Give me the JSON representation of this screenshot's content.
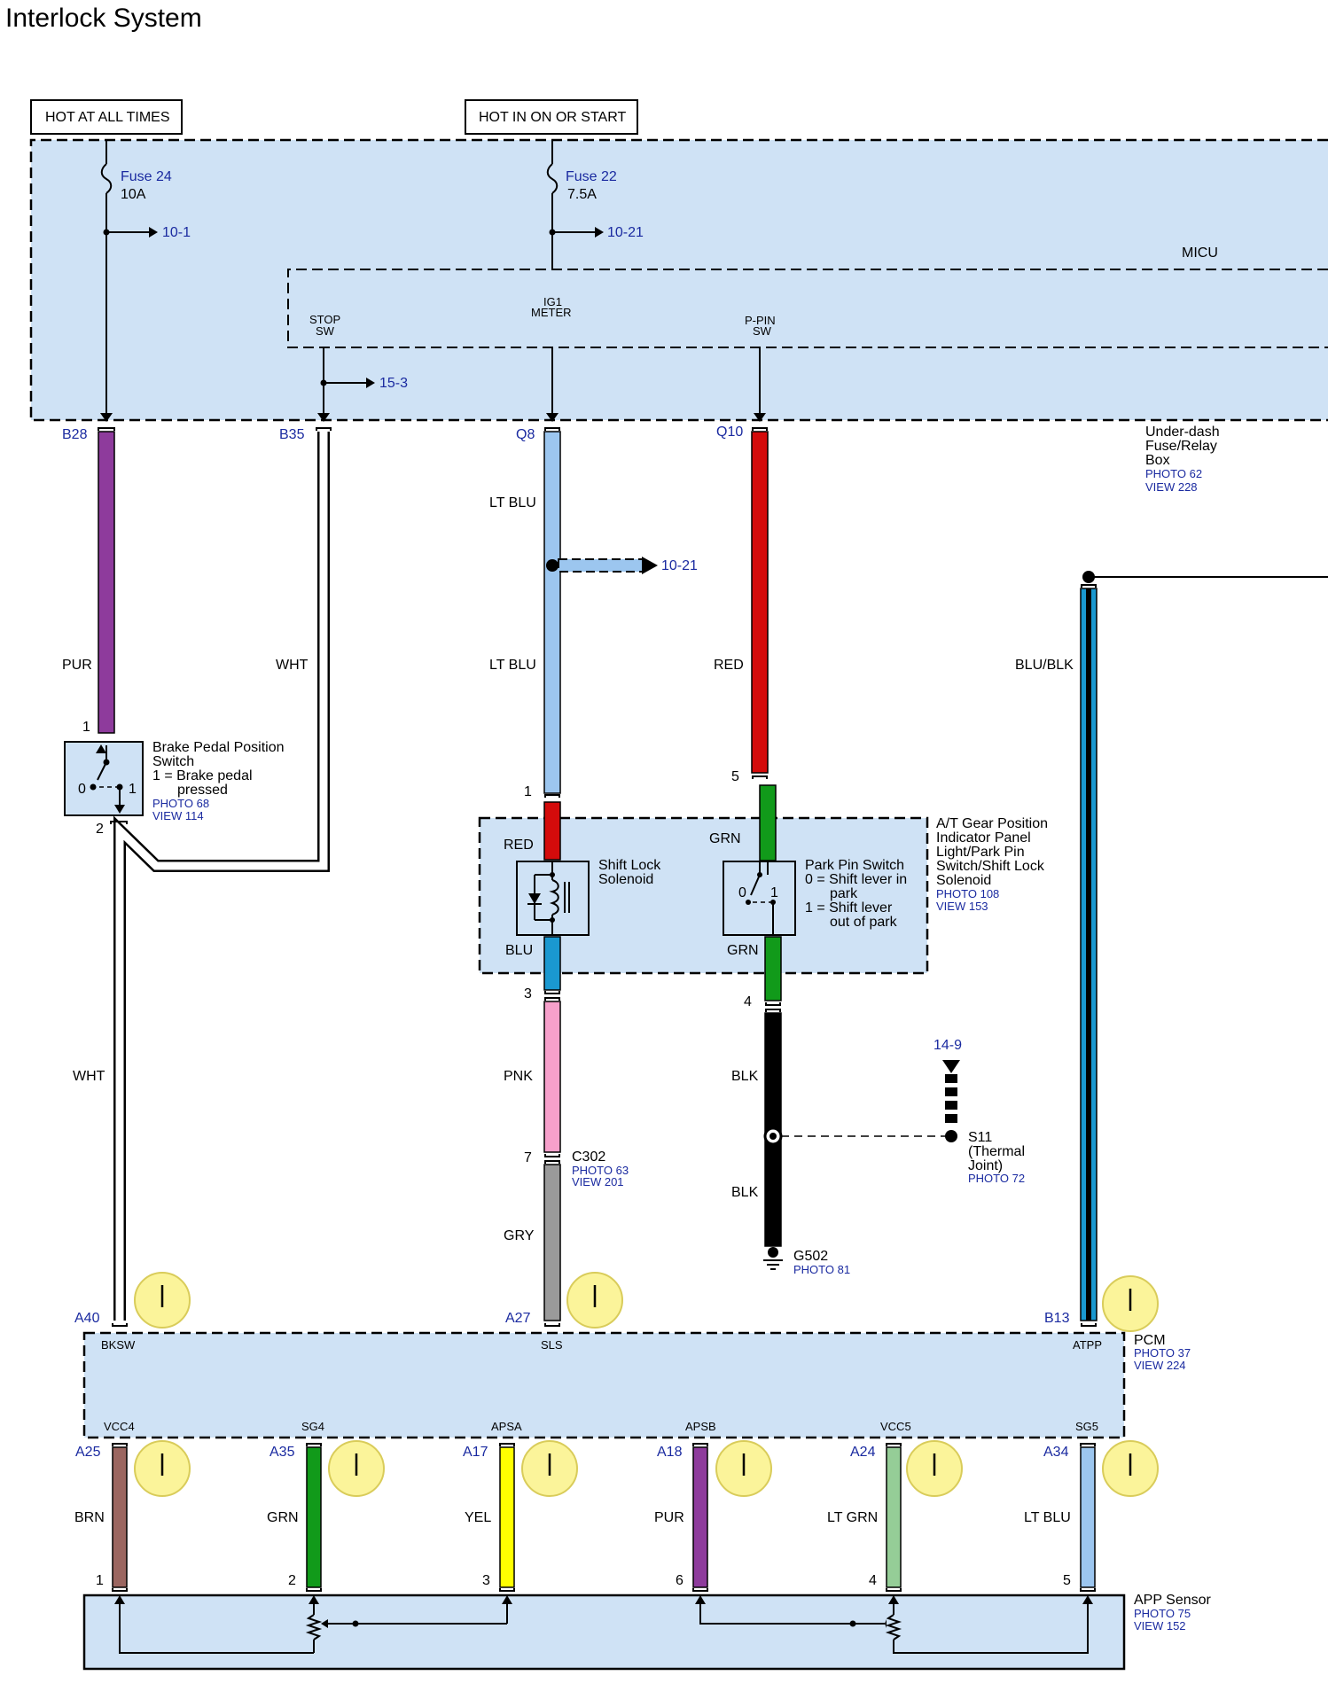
{
  "title": "Interlock System",
  "labels": {
    "hot_always": "HOT AT ALL TIMES",
    "hot_on": "HOT IN ON OR START",
    "fuse24_name": "Fuse 24",
    "fuse24_amp": "10A",
    "fuse22_name": "Fuse 22",
    "fuse22_amp": "7.5A",
    "ref_10_1": "10-1",
    "ref_10_21a": "10-21",
    "ref_15_3": "15-3",
    "ref_10_21b": "10-21",
    "ref_14_9": "14-9",
    "micu": "MICU",
    "stop_sw_1": "STOP",
    "stop_sw_2": "SW",
    "ig1_1": "IG1",
    "ig1_2": "METER",
    "ppin_1": "P-PIN",
    "ppin_2": "SW",
    "underdash_1": "Under-dash",
    "underdash_2": "Fuse/Relay",
    "underdash_3": "Box",
    "underdash_photo": "PHOTO 62",
    "underdash_view": "VIEW 228",
    "pin_b28": "B28",
    "pin_b35": "B35",
    "pin_q8": "Q8",
    "pin_q10": "Q10",
    "brake_1": "Brake Pedal Position",
    "brake_2": "Switch",
    "brake_3": "1 = Brake pedal",
    "brake_4": "pressed",
    "brake_photo": "PHOTO 68",
    "brake_view": "VIEW 114",
    "sw_0": "0",
    "sw_1": "1",
    "pin1": "1",
    "pin2": "2",
    "pin1b": "1",
    "pin5": "5",
    "pin3": "3",
    "pin4": "4",
    "pin7": "7",
    "atgear_1": "A/T Gear Position",
    "atgear_2": "Indicator Panel",
    "atgear_3": "Light/Park Pin",
    "atgear_4": "Switch/Shift Lock",
    "atgear_5": "Solenoid",
    "atgear_photo": "PHOTO 108",
    "atgear_view": "VIEW 153",
    "shiftlock_1": "Shift Lock",
    "shiftlock_2": "Solenoid",
    "parkpin_1": "Park Pin Switch",
    "parkpin_2": "0 = Shift lever in",
    "parkpin_3": "park",
    "parkpin_4": "1 = Shift lever",
    "parkpin_5": "out of park",
    "c302": "C302",
    "c302_photo": "PHOTO 63",
    "c302_view": "VIEW 201",
    "s11_1": "S11",
    "s11_2": "(Thermal",
    "s11_3": "Joint)",
    "s11_photo": "PHOTO 72",
    "g502": "G502",
    "g502_photo": "PHOTO 81",
    "pcm": "PCM",
    "pcm_photo": "PHOTO 37",
    "pcm_view": "VIEW 224",
    "pin_a40": "A40",
    "pin_a27": "A27",
    "pin_b13": "B13",
    "bksw": "BKSW",
    "sls": "SLS",
    "atpp": "ATPP",
    "vcc4": "VCC4",
    "sg4": "SG4",
    "apsa": "APSA",
    "apsb": "APSB",
    "vcc5": "VCC5",
    "sg5": "SG5",
    "pin_a25": "A25",
    "pin_a35": "A35",
    "pin_a17": "A17",
    "pin_a18": "A18",
    "pin_a24": "A24",
    "pin_a34": "A34",
    "app_pin1": "1",
    "app_pin2": "2",
    "app_pin3": "3",
    "app_pin6": "6",
    "app_pin4": "4",
    "app_pin5": "5",
    "app": "APP Sensor",
    "app_photo": "PHOTO 75",
    "app_view": "VIEW 152"
  },
  "wires": {
    "pur1": "PUR",
    "wht1": "WHT",
    "ltblu1": "LT BLU",
    "ltblu2": "LT BLU",
    "red1": "RED",
    "blublk": "BLU/BLK",
    "red2": "RED",
    "grn1": "GRN",
    "blu1": "BLU",
    "grn2": "GRN",
    "wht2": "WHT",
    "pnk": "PNK",
    "blk1": "BLK",
    "blk2": "BLK",
    "gry": "GRY",
    "brn": "BRN",
    "grn3": "GRN",
    "yel": "YEL",
    "pur2": "PUR",
    "ltgrn": "LT GRN",
    "ltblu3": "LT BLU"
  },
  "colors": {
    "panel": "#cfe2f5",
    "ref_blue": "#1a2aa0",
    "pur": "#8e3b9c",
    "wht": "#ffffff",
    "lt_blu": "#9cc6ef",
    "red": "#d40b0b",
    "grn": "#119a1a",
    "blu": "#1a98d0",
    "pnk": "#f7a0cb",
    "blk": "#000000",
    "gry": "#9a9a9a",
    "brn": "#9b6660",
    "yel": "#ffff00",
    "lt_grn": "#95cd97",
    "clock": "#fbf49a"
  },
  "icons": [
    "fuse-icon",
    "arrow-right-icon",
    "clock-icon",
    "ground-icon",
    "switch-icon",
    "solenoid-icon",
    "potentiometer-icon"
  ]
}
